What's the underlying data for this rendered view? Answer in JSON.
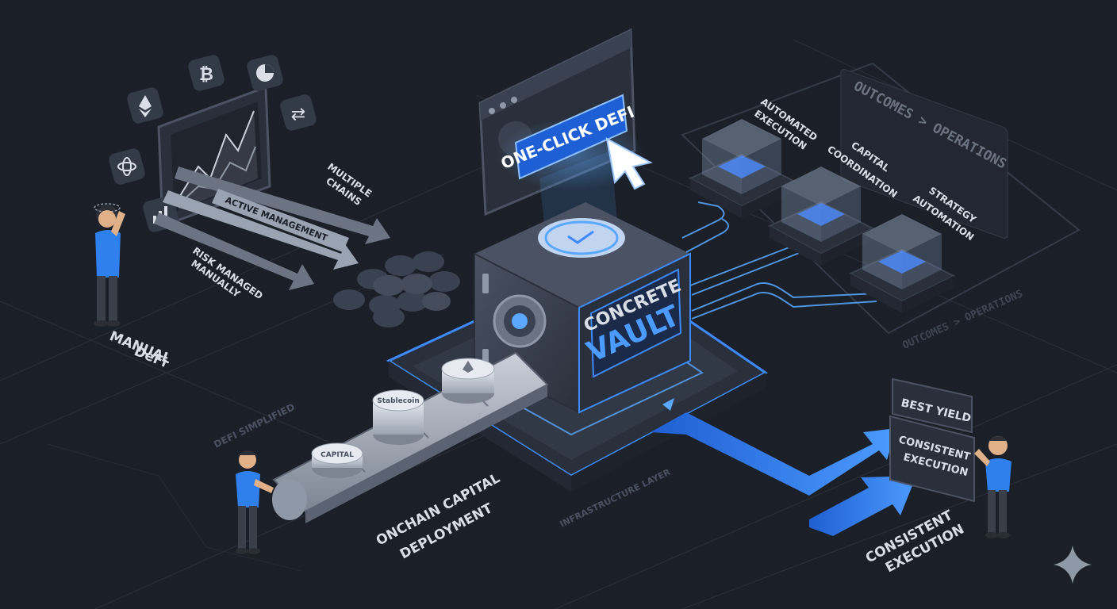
{
  "left": {
    "title_line1": "MANUAL",
    "title_line2": "DeFi",
    "arrow_labels": {
      "multiple_chains_line1": "MULTIPLE",
      "multiple_chains_line2": "CHAINS",
      "active_management": "ACTIVE MANAGEMENT",
      "risk_line1": "RISK MANAGED",
      "risk_line2": "MANUALLY"
    },
    "watermark": "DEFI SIMPLIFIED"
  },
  "center": {
    "button_label": "ONE-CLICK DEFI",
    "vault_line1": "CONCRETE",
    "vault_line2": "VAULT",
    "coin_labels": [
      "CAPITAL",
      "Stablecoin"
    ],
    "infra_label": "INFRASTRUCTURE LAYER"
  },
  "bottom_left": {
    "line1": "ONCHAIN CAPITAL",
    "line2": "DEPLOYMENT"
  },
  "right": {
    "header": "OUTCOMES > OPERATIONS",
    "watermark": "OUTCOMES > OPERATIONS",
    "modules": [
      {
        "line1": "AUTOMATED",
        "line2": "EXECUTION"
      },
      {
        "line1": "CAPITAL",
        "line2": "COORDINATION"
      },
      {
        "line1": "STRATEGY",
        "line2": "AUTOMATION"
      }
    ],
    "results": {
      "best_yield": "BEST YIELD",
      "consistent_line1": "CONSISTENT",
      "consistent_line2": "EXECUTION"
    },
    "footer_line1": "CONSISTENT",
    "footer_line2": "EXECUTION"
  },
  "colors": {
    "background": "#1b1f27",
    "accent": "#3d8bff",
    "glow": "#5aa8ff",
    "metal": "#3a4150",
    "text": "#d9dee7"
  }
}
